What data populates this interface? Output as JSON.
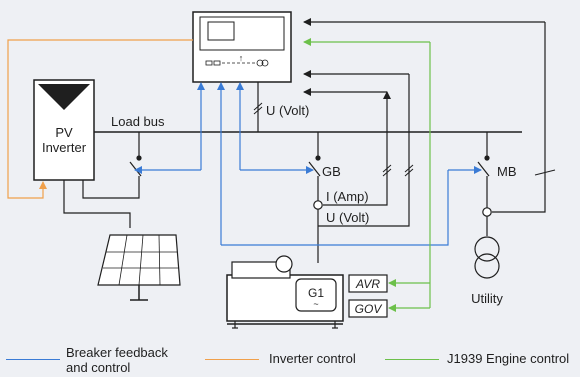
{
  "labels": {
    "pv_inverter_line1": "PV",
    "pv_inverter_line2": "Inverter",
    "load_bus": "Load bus",
    "u_volt_top": "U (Volt)",
    "gb": "GB",
    "mb": "MB",
    "i_amp": "I (Amp)",
    "u_volt_bottom": "U (Volt)",
    "g1": "G1",
    "avr": "AVR",
    "gov": "GOV",
    "utility": "Utility"
  },
  "legend": {
    "breaker_line1": "Breaker feedback",
    "breaker_line2": "and control",
    "inverter": "Inverter control",
    "engine": "J1939 Engine control"
  },
  "colors": {
    "breaker": "#3a7bd5",
    "inverter": "#f0a04b",
    "engine": "#6cc04a",
    "wire": "#1f1f1f",
    "background": "#eef0f4"
  }
}
